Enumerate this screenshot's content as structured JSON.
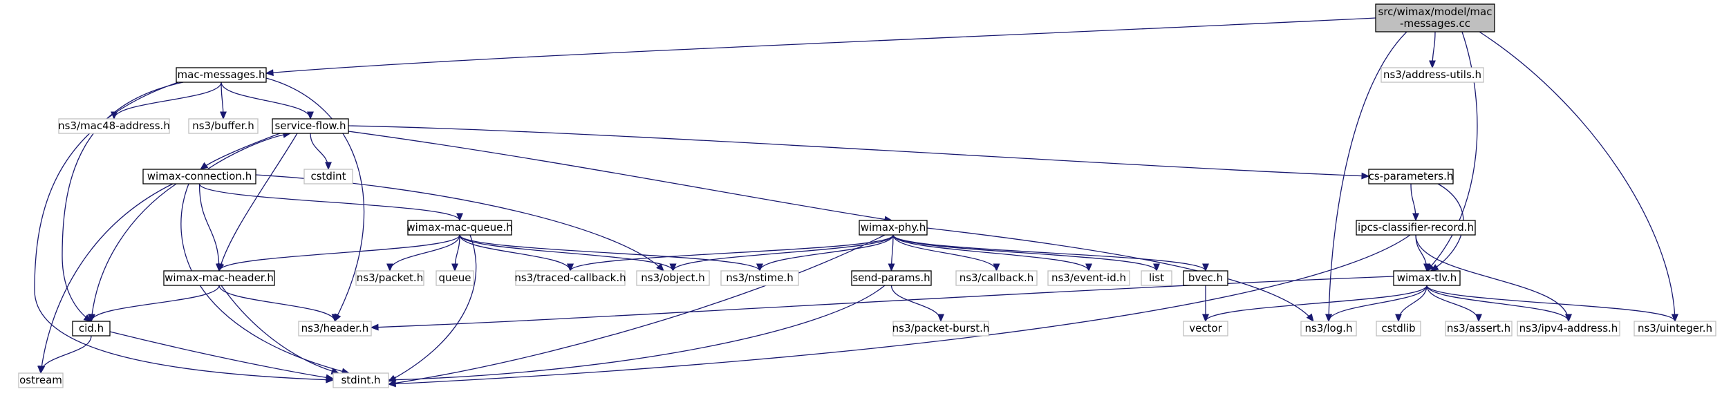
{
  "diagram": {
    "type": "include-dependency-graph",
    "colors": {
      "edge": "#191970",
      "primary_border": "#000000",
      "external_border": "#bfbfbf",
      "root_fill": "#bfbfbf",
      "text": "#000000"
    },
    "nodes": [
      {
        "id": "root",
        "kind": "root",
        "lines": [
          "src/wimax/model/mac",
          "-messages.cc"
        ]
      },
      {
        "id": "mac_messages_h",
        "kind": "primary",
        "lines": [
          "mac-messages.h"
        ]
      },
      {
        "id": "address_utils_h",
        "kind": "external",
        "lines": [
          "ns3/address-utils.h"
        ]
      },
      {
        "id": "mac48_address_h",
        "kind": "external",
        "lines": [
          "ns3/mac48-address.h"
        ]
      },
      {
        "id": "buffer_h",
        "kind": "external",
        "lines": [
          "ns3/buffer.h"
        ]
      },
      {
        "id": "service_flow_h",
        "kind": "primary",
        "lines": [
          "service-flow.h"
        ]
      },
      {
        "id": "cstdint",
        "kind": "external",
        "lines": [
          "cstdint"
        ]
      },
      {
        "id": "wimax_connection_h",
        "kind": "primary",
        "lines": [
          "wimax-connection.h"
        ]
      },
      {
        "id": "cs_parameters_h",
        "kind": "primary",
        "lines": [
          "cs-parameters.h"
        ]
      },
      {
        "id": "ipcs_classifier_record_h",
        "kind": "primary",
        "lines": [
          "ipcs-classifier-record.h"
        ]
      },
      {
        "id": "wimax_mac_queue_h",
        "kind": "primary",
        "lines": [
          "wimax-mac-queue.h"
        ]
      },
      {
        "id": "wimax_phy_h",
        "kind": "primary",
        "lines": [
          "wimax-phy.h"
        ]
      },
      {
        "id": "wimax_mac_header_h",
        "kind": "primary",
        "lines": [
          "wimax-mac-header.h"
        ]
      },
      {
        "id": "packet_h",
        "kind": "external",
        "lines": [
          "ns3/packet.h"
        ]
      },
      {
        "id": "queue",
        "kind": "external",
        "lines": [
          "queue"
        ]
      },
      {
        "id": "traced_callback_h",
        "kind": "external",
        "lines": [
          "ns3/traced-callback.h"
        ]
      },
      {
        "id": "object_h",
        "kind": "external",
        "lines": [
          "ns3/object.h"
        ]
      },
      {
        "id": "nstime_h",
        "kind": "external",
        "lines": [
          "ns3/nstime.h"
        ]
      },
      {
        "id": "send_params_h",
        "kind": "primary",
        "lines": [
          "send-params.h"
        ]
      },
      {
        "id": "callback_h",
        "kind": "external",
        "lines": [
          "ns3/callback.h"
        ]
      },
      {
        "id": "event_id_h",
        "kind": "external",
        "lines": [
          "ns3/event-id.h"
        ]
      },
      {
        "id": "list",
        "kind": "external",
        "lines": [
          "list"
        ]
      },
      {
        "id": "bvec_h",
        "kind": "primary",
        "lines": [
          "bvec.h"
        ]
      },
      {
        "id": "wimax_tlv_h",
        "kind": "primary",
        "lines": [
          "wimax-tlv.h"
        ]
      },
      {
        "id": "cid_h",
        "kind": "primary",
        "lines": [
          "cid.h"
        ]
      },
      {
        "id": "header_h",
        "kind": "external",
        "lines": [
          "ns3/header.h"
        ]
      },
      {
        "id": "packet_burst_h",
        "kind": "external",
        "lines": [
          "ns3/packet-burst.h"
        ]
      },
      {
        "id": "vector",
        "kind": "external",
        "lines": [
          "vector"
        ]
      },
      {
        "id": "log_h",
        "kind": "external",
        "lines": [
          "ns3/log.h"
        ]
      },
      {
        "id": "cstdlib",
        "kind": "external",
        "lines": [
          "cstdlib"
        ]
      },
      {
        "id": "assert_h",
        "kind": "external",
        "lines": [
          "ns3/assert.h"
        ]
      },
      {
        "id": "ipv4_address_h",
        "kind": "external",
        "lines": [
          "ns3/ipv4-address.h"
        ]
      },
      {
        "id": "uinteger_h",
        "kind": "external",
        "lines": [
          "ns3/uinteger.h"
        ]
      },
      {
        "id": "ostream",
        "kind": "external",
        "lines": [
          "ostream"
        ]
      },
      {
        "id": "stdint_h",
        "kind": "external",
        "lines": [
          "stdint.h"
        ]
      }
    ],
    "edges": [
      {
        "from": "root",
        "to": "mac_messages_h"
      },
      {
        "from": "root",
        "to": "address_utils_h"
      },
      {
        "from": "root",
        "to": "log_h"
      },
      {
        "from": "root",
        "to": "wimax_tlv_h"
      },
      {
        "from": "root",
        "to": "uinteger_h"
      },
      {
        "from": "mac_messages_h",
        "to": "mac48_address_h"
      },
      {
        "from": "mac_messages_h",
        "to": "buffer_h"
      },
      {
        "from": "mac_messages_h",
        "to": "service_flow_h"
      },
      {
        "from": "mac_messages_h",
        "to": "cid_h"
      },
      {
        "from": "mac_messages_h",
        "to": "header_h"
      },
      {
        "from": "mac_messages_h",
        "to": "stdint_h"
      },
      {
        "from": "service_flow_h",
        "to": "cstdint"
      },
      {
        "from": "service_flow_h",
        "to": "wimax_connection_h"
      },
      {
        "from": "service_flow_h",
        "to": "cs_parameters_h"
      },
      {
        "from": "service_flow_h",
        "to": "wimax_phy_h"
      },
      {
        "from": "service_flow_h",
        "to": "wimax_mac_header_h"
      },
      {
        "from": "wimax_connection_h",
        "to": "service_flow_h"
      },
      {
        "from": "wimax_connection_h",
        "to": "wimax_mac_queue_h"
      },
      {
        "from": "wimax_connection_h",
        "to": "wimax_mac_header_h"
      },
      {
        "from": "wimax_connection_h",
        "to": "object_h"
      },
      {
        "from": "wimax_connection_h",
        "to": "cid_h"
      },
      {
        "from": "wimax_connection_h",
        "to": "ostream"
      },
      {
        "from": "wimax_connection_h",
        "to": "stdint_h"
      },
      {
        "from": "cs_parameters_h",
        "to": "ipcs_classifier_record_h"
      },
      {
        "from": "cs_parameters_h",
        "to": "wimax_tlv_h"
      },
      {
        "from": "ipcs_classifier_record_h",
        "to": "wimax_tlv_h"
      },
      {
        "from": "ipcs_classifier_record_h",
        "to": "ipv4_address_h"
      },
      {
        "from": "ipcs_classifier_record_h",
        "to": "stdint_h"
      },
      {
        "from": "wimax_mac_queue_h",
        "to": "wimax_mac_header_h"
      },
      {
        "from": "wimax_mac_queue_h",
        "to": "packet_h"
      },
      {
        "from": "wimax_mac_queue_h",
        "to": "queue"
      },
      {
        "from": "wimax_mac_queue_h",
        "to": "traced_callback_h"
      },
      {
        "from": "wimax_mac_queue_h",
        "to": "object_h"
      },
      {
        "from": "wimax_mac_queue_h",
        "to": "nstime_h"
      },
      {
        "from": "wimax_mac_queue_h",
        "to": "stdint_h"
      },
      {
        "from": "wimax_phy_h",
        "to": "traced_callback_h"
      },
      {
        "from": "wimax_phy_h",
        "to": "object_h"
      },
      {
        "from": "wimax_phy_h",
        "to": "nstime_h"
      },
      {
        "from": "wimax_phy_h",
        "to": "send_params_h"
      },
      {
        "from": "wimax_phy_h",
        "to": "callback_h"
      },
      {
        "from": "wimax_phy_h",
        "to": "event_id_h"
      },
      {
        "from": "wimax_phy_h",
        "to": "list"
      },
      {
        "from": "wimax_phy_h",
        "to": "bvec_h"
      },
      {
        "from": "wimax_phy_h",
        "to": "log_h"
      },
      {
        "from": "wimax_phy_h",
        "to": "stdint_h"
      },
      {
        "from": "wimax_mac_header_h",
        "to": "cid_h"
      },
      {
        "from": "wimax_mac_header_h",
        "to": "header_h"
      },
      {
        "from": "wimax_mac_header_h",
        "to": "stdint_h"
      },
      {
        "from": "send_params_h",
        "to": "packet_burst_h"
      },
      {
        "from": "send_params_h",
        "to": "stdint_h"
      },
      {
        "from": "bvec_h",
        "to": "vector"
      },
      {
        "from": "wimax_tlv_h",
        "to": "header_h"
      },
      {
        "from": "wimax_tlv_h",
        "to": "vector"
      },
      {
        "from": "wimax_tlv_h",
        "to": "log_h"
      },
      {
        "from": "wimax_tlv_h",
        "to": "cstdlib"
      },
      {
        "from": "wimax_tlv_h",
        "to": "assert_h"
      },
      {
        "from": "wimax_tlv_h",
        "to": "ipv4_address_h"
      },
      {
        "from": "wimax_tlv_h",
        "to": "uinteger_h"
      },
      {
        "from": "cid_h",
        "to": "ostream"
      },
      {
        "from": "cid_h",
        "to": "stdint_h"
      }
    ]
  }
}
